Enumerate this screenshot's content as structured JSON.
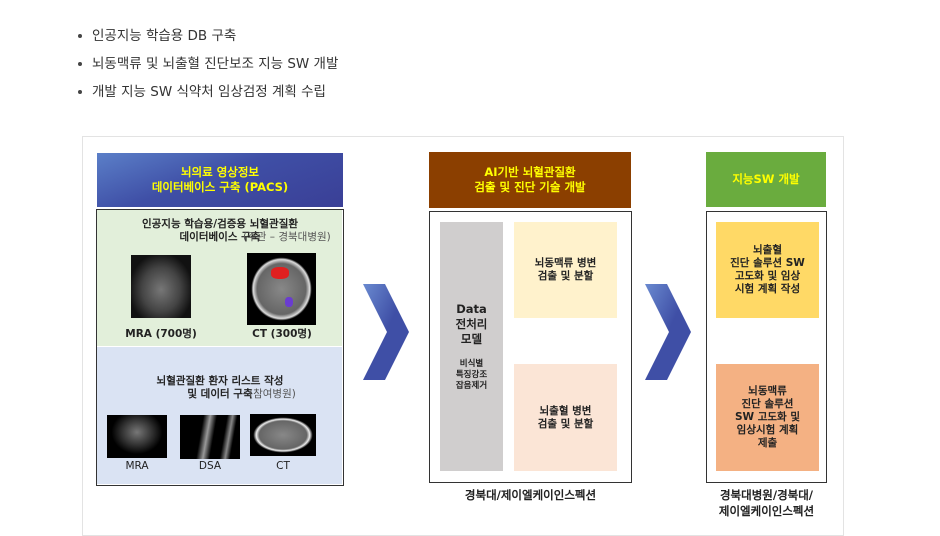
{
  "bullets": [
    "인공지능 학습용 DB 구축",
    "뇌동맥류 및 뇌출혈 진단보조 지능 SW 개발",
    "개발 지능 SW 식약처 임상검정 계획 수립"
  ],
  "left": {
    "header": "뇌의료 영상정보\n데이터베이스 구축 (PACS)",
    "top_title": "인공지능 학습용/검증용 뇌혈관질환\n데이터베이스 구축",
    "top_sub": "(주관 – 경북대병원)",
    "top_images": [
      {
        "label": "MRA (700명)"
      },
      {
        "label": "CT (300명)"
      }
    ],
    "bottom_title": "뇌혈관질환 환자 리스트 작성\n및 데이터 구축",
    "bottom_sub": "(참여병원)",
    "bottom_images": [
      {
        "label": "MRA"
      },
      {
        "label": "DSA"
      },
      {
        "label": "CT"
      }
    ]
  },
  "middle": {
    "header": "AI기반 뇌혈관질환\n검출 및 진단 기술 개발",
    "data_title": "Data\n전처리\n모델",
    "data_sub": "비식별\n특징강조\n잡음제거",
    "task1": "뇌동맥류 병변\n검출 및 분할",
    "task2": "뇌출혈 병변\n검출 및 분할",
    "caption": "경북대/제이엘케이인스펙션"
  },
  "right": {
    "header": "지능SW 개발",
    "task1": "뇌출혈\n진단 솔루션 SW\n고도화 및 임상\n시험 계획 작성",
    "task2": "뇌동맥류\n진단 솔루션\nSW 고도화 및\n임상시험 계획\n제출",
    "caption": "경북대병원/경북대/\n제이엘케이인스펙션"
  },
  "colors": {
    "blue_header": "#3f4fa6",
    "brown_header": "#8b3f00",
    "green_header": "#6aac3e",
    "label_yellow": "#ffff00",
    "green_bg": "#e2efda",
    "blue_bg": "#dae3f3",
    "gray": "#d0cece",
    "cream": "#fff2cc",
    "peach": "#fbe5d6",
    "yellow": "#ffd966",
    "orange": "#f4b183"
  }
}
